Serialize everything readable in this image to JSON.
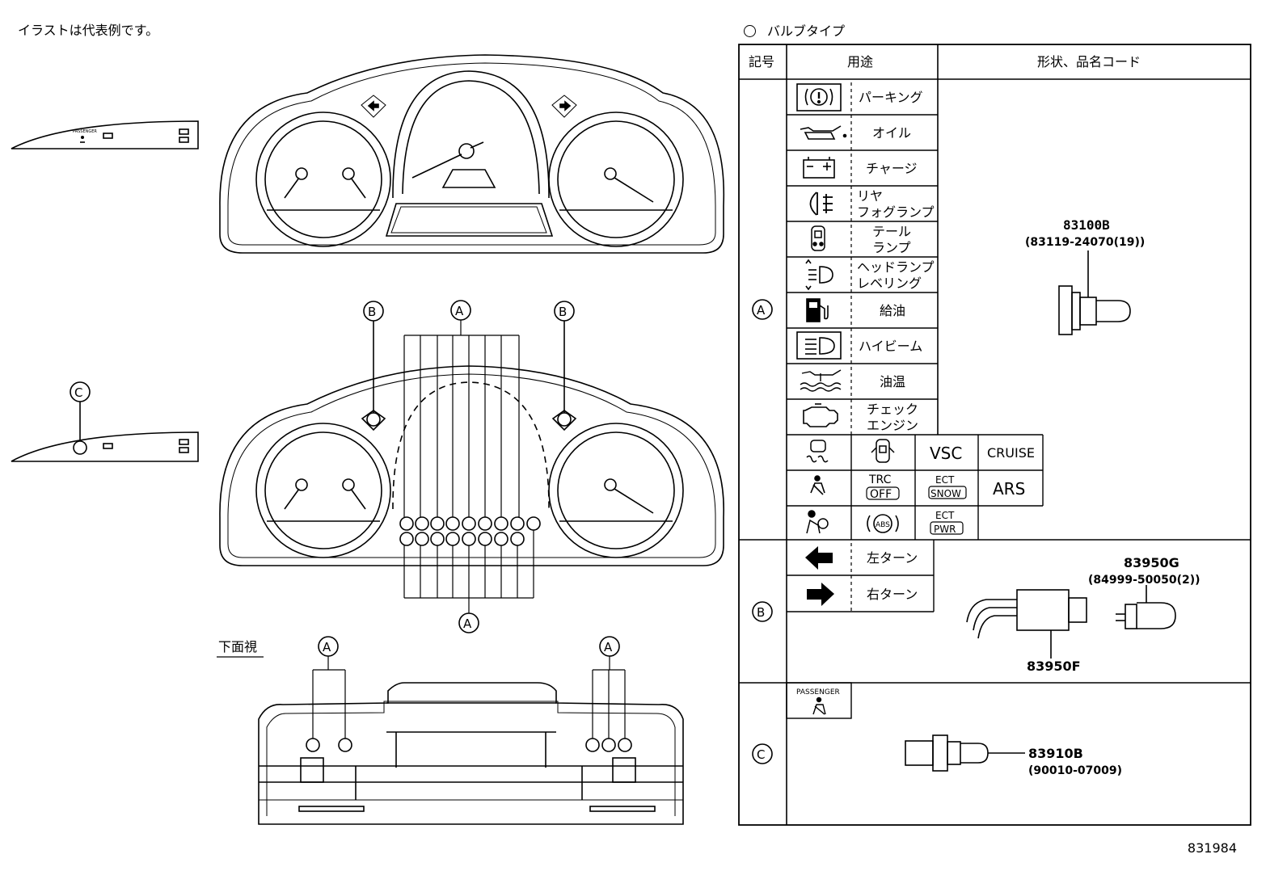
{
  "header": {
    "note": "イラストは代表例です。",
    "table_title": "バルブタイプ"
  },
  "diagram": {
    "markers": {
      "a": "A",
      "b": "B",
      "c": "C"
    },
    "bottom_view_label": "下面視",
    "indicator_strip_text": "PASSENGER"
  },
  "table": {
    "headers": {
      "symbol": "記号",
      "usage": "用途",
      "shape_code": "形状、品名コード"
    },
    "group_a": {
      "marker": "A",
      "rows": [
        {
          "icon": "parking-brake-icon",
          "label": [
            "パーキング"
          ]
        },
        {
          "icon": "oil-pressure-icon",
          "label": [
            "オイル"
          ]
        },
        {
          "icon": "battery-charge-icon",
          "label": [
            "チャージ"
          ]
        },
        {
          "icon": "rear-fog-lamp-icon",
          "label": [
            "リヤ",
            "フォグランプ"
          ]
        },
        {
          "icon": "tail-lamp-icon",
          "label": [
            "テール",
            "ランプ"
          ]
        },
        {
          "icon": "headlamp-leveling-icon",
          "label": [
            "ヘッドランプ",
            "レベリング"
          ]
        },
        {
          "icon": "fuel-icon",
          "label": [
            "給油"
          ]
        },
        {
          "icon": "high-beam-icon",
          "label": [
            "ハイビーム"
          ]
        },
        {
          "icon": "oil-temperature-icon",
          "label": [
            "油温"
          ]
        },
        {
          "icon": "check-engine-icon",
          "label": [
            "チェック",
            "エンジン"
          ]
        }
      ],
      "grid": [
        [
          "skid-icon",
          "door-open-icon",
          "VSC",
          "CRUISE"
        ],
        [
          "seatbelt-icon",
          "TRC|OFF",
          "ECT|SNOW",
          "ARS"
        ],
        [
          "airbag-icon",
          "ABS",
          "ECT|PWR",
          ""
        ]
      ],
      "part_code": "83100B",
      "part_sub_code": "(83119-24070(19))"
    },
    "group_b": {
      "marker": "B",
      "rows": [
        {
          "icon": "left-turn-arrow-icon",
          "label": [
            "左ターン"
          ]
        },
        {
          "icon": "right-turn-arrow-icon",
          "label": [
            "右ターン"
          ]
        }
      ],
      "part_code": "83950G",
      "part_sub_code": "(84999-50050(2))",
      "socket_code": "83950F"
    },
    "group_c": {
      "marker": "C",
      "icon_caption": "PASSENGER",
      "part_code": "83910B",
      "part_sub_code": "(90010-07009)"
    }
  },
  "footer": {
    "ref": "831984"
  }
}
